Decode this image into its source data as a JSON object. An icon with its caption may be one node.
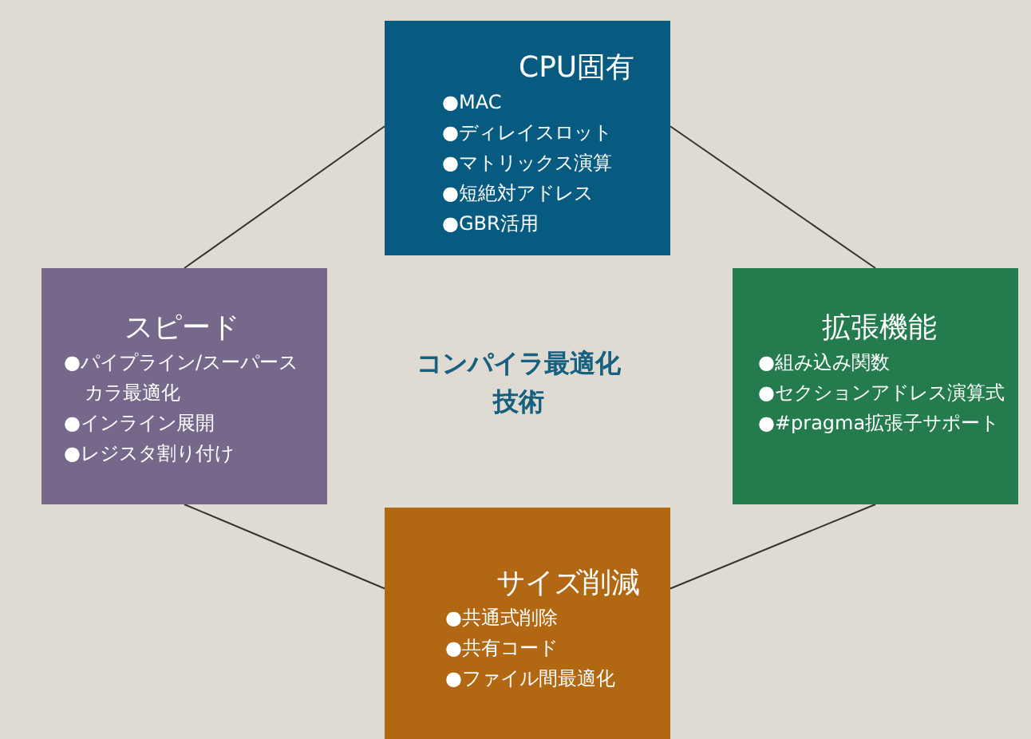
{
  "diagram": {
    "nodes": [
      {
        "text": [
          "CPU固有",
          "●MAC",
          "●ディレイスロット",
          "●マトリックス演算",
          "●短絶対アドレス",
          "●GBR活用"
        ]
      },
      {
        "text": [
          "スピード",
          "●パイプライン/スーパースカラ最適化",
          "●インライン展開",
          "●レジスタ割り付け"
        ]
      },
      {
        "text": [
          "拡張機能",
          "●組み込み関数",
          "●セクションアドレス演算式",
          "●#pragma拡張子サポート"
        ]
      },
      {
        "text": [
          "サイズ削減",
          "●共通式削除",
          "●共有コード",
          "●ファイル間最適化"
        ]
      }
    ],
    "edges": [
      {
        "from": 0,
        "to": 1,
        "arrow": "none"
      },
      {
        "from": 0,
        "to": 2,
        "arrow": "none"
      },
      {
        "from": 1,
        "to": 3,
        "arrow": "none"
      },
      {
        "from": 2,
        "to": 3,
        "arrow": "none"
      }
    ],
    "labels": [
      "コンパイラ最適化技術"
    ]
  }
}
